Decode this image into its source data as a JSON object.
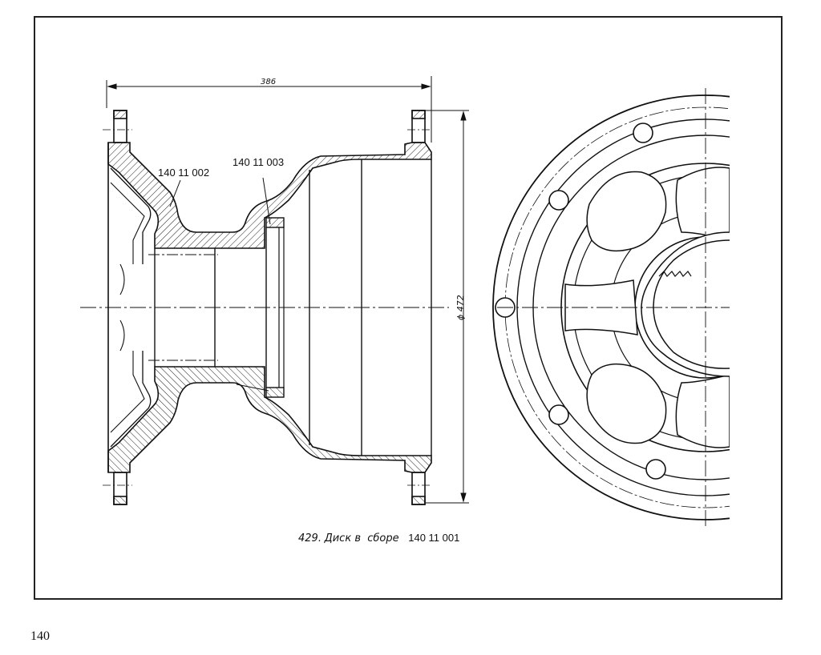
{
  "drawing": {
    "dimension_width": "386",
    "dimension_diameter": "ϕ 472",
    "callout_part_1": "140 11 002",
    "callout_part_2": "140 11 003",
    "caption_number": "429.",
    "caption_title": "Диск в  сборе",
    "caption_code": "140 11 001"
  },
  "page_number": "140"
}
